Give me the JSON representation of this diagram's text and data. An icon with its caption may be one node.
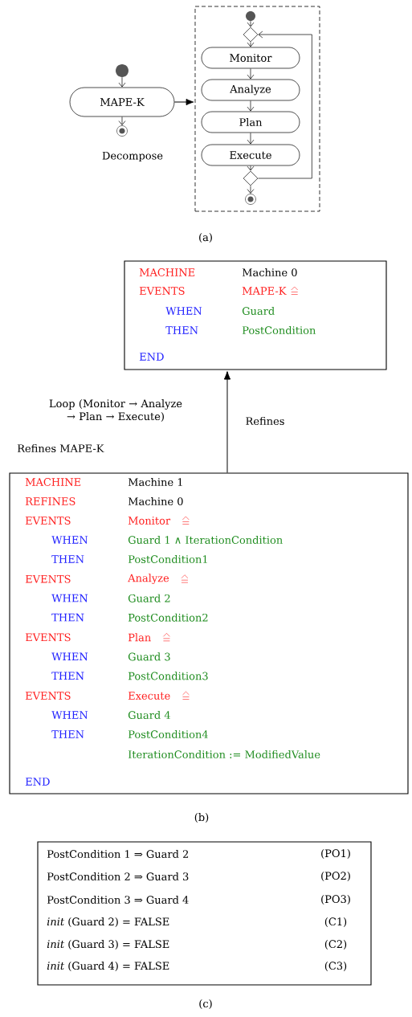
{
  "diagram": {
    "nodes": [
      {
        "text": [],
        "shape": "circle"
      },
      {
        "text": [
          "MAPE-K"
        ]
      },
      {
        "text": [],
        "shape": "bullseye"
      },
      {
        "text": [],
        "shape": "box"
      },
      {
        "text": [],
        "shape": "circle",
        "in": 3
      },
      {
        "text": [],
        "shape": "diamond",
        "in": 3
      },
      {
        "text": [
          "Monitor"
        ],
        "in": 3
      },
      {
        "text": [
          "Analyze"
        ],
        "in": 3
      },
      {
        "text": [
          "Plan"
        ],
        "in": 3
      },
      {
        "text": [
          "Execute"
        ],
        "in": 3
      },
      {
        "text": [],
        "shape": "diamond",
        "in": 3
      },
      {
        "text": [],
        "shape": "bullseye",
        "in": 3
      },
      {
        "text": [
          "MACHINE",
          "Machine 0",
          "EVENTS",
          "MAPE-K",
          "WHEN",
          "Guard",
          "THEN",
          "PostCondition",
          "END"
        ]
      },
      {
        "text": [
          "MACHINE",
          "Machine 1",
          "REFINES",
          "Machine 0",
          "EVENTS",
          "Monitor",
          "WHEN",
          "Guard 1 ∧ IterationCondition",
          "THEN",
          "PostCondition1",
          "EVENTS",
          "Analyze",
          "WHEN",
          "Guard 2",
          "THEN",
          "PostCondition2",
          "EVENTS",
          "Plan",
          "WHEN",
          "Guard 3",
          "THEN",
          "PostCondition3",
          "EVENTS",
          "Execute",
          "WHEN",
          "Guard 4",
          "THEN",
          "PostCondition4",
          "IterationCondition := ModifiedValue",
          "END"
        ]
      },
      {
        "text": [
          "PostCondition 1 ⇒ Guard 2",
          "(PO1)",
          "PostCondition 2 ⇒ Guard 3",
          "(PO2)",
          "PostCondition 3 ⇒ Guard 4",
          "(PO3)",
          "*init* (Guard 2) = FALSE",
          "(C1)",
          "*init* (Guard 3) = FALSE",
          "(C2)",
          "*init* (Guard 4) = FALSE",
          "(C3)"
        ]
      }
    ],
    "edges": [
      {
        "from": 0,
        "to": 1,
        "arrow": "to"
      },
      {
        "from": 1,
        "to": 2,
        "arrow": "to"
      },
      {
        "from": 1,
        "to": 3,
        "arrow": "to"
      },
      {
        "from": 4,
        "to": 5,
        "arrow": "to"
      },
      {
        "from": 5,
        "to": 6,
        "arrow": "to"
      },
      {
        "from": 6,
        "to": 7,
        "arrow": "to"
      },
      {
        "from": 7,
        "to": 8,
        "arrow": "to"
      },
      {
        "from": 8,
        "to": 9,
        "arrow": "to"
      },
      {
        "from": 9,
        "to": 10,
        "arrow": "to"
      },
      {
        "from": 10,
        "to": 11,
        "arrow": "to"
      },
      {
        "from": 10,
        "to": 5,
        "arrow": "to"
      },
      {
        "from": 13,
        "to": 12,
        "arrow": "to",
        "label": "Refines"
      }
    ],
    "labels": [
      "Decompose",
      "(a)",
      "Loop (Monitor → Analyze → Plan → Execute)",
      "Refines MAPE-K",
      "(b)",
      "(c)"
    ]
  }
}
